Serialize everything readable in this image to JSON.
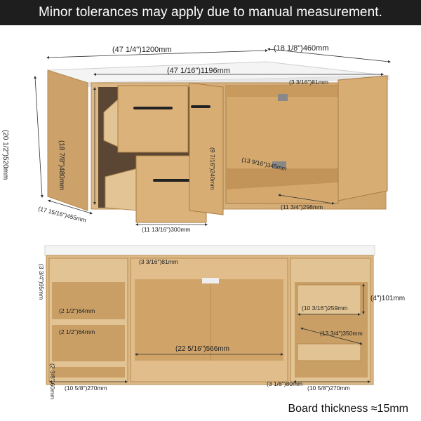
{
  "header": {
    "notice": "Minor tolerances may apply due to manual measurement."
  },
  "front_view": {
    "total_width": "(47 1/4\")1200mm",
    "depth": "(18 1/8\")460mm",
    "inner_width": "(47 1/16\")1196mm",
    "total_height": "(20 1/2\")520mm",
    "body_height": "(18 7/8\")480mm",
    "top_rail": "(3 3/16\")81mm",
    "shelf_width": "(13 9/16\")345mm",
    "door_height": "(9 7/16\")240mm",
    "door_width": "(11 3/4\")298mm",
    "side_depth": "(17 15/16\")455mm",
    "drawer_width": "(11 13/16\")300mm"
  },
  "back_view": {
    "top_rail_left": "(3 3/4\")95mm",
    "top_rail_center": "(3 3/16\")81mm",
    "shelf_gap_1": "(2 1/2\")64mm",
    "shelf_gap_2": "(2 1/2\")64mm",
    "bottom_gap": "(2 3/8\")60mm",
    "left_width": "(10 5/8\")270mm",
    "center_width": "(22 5/16\")566mm",
    "small_gap": "(3 1/8\")80mm",
    "right_width": "(10 5/8\")270mm",
    "drawer_height": "(4\")101mm",
    "drawer_inner": "(10 3/16\")259mm",
    "drawer_depth": "(13 3/4\")350mm"
  },
  "footer": {
    "board_thickness": "Board thickness ≈15mm"
  },
  "colors": {
    "wood": "#d9b37c",
    "wood_dark": "#b88b52",
    "top": "#f4f4f4",
    "banner": "#1e1e1e"
  }
}
